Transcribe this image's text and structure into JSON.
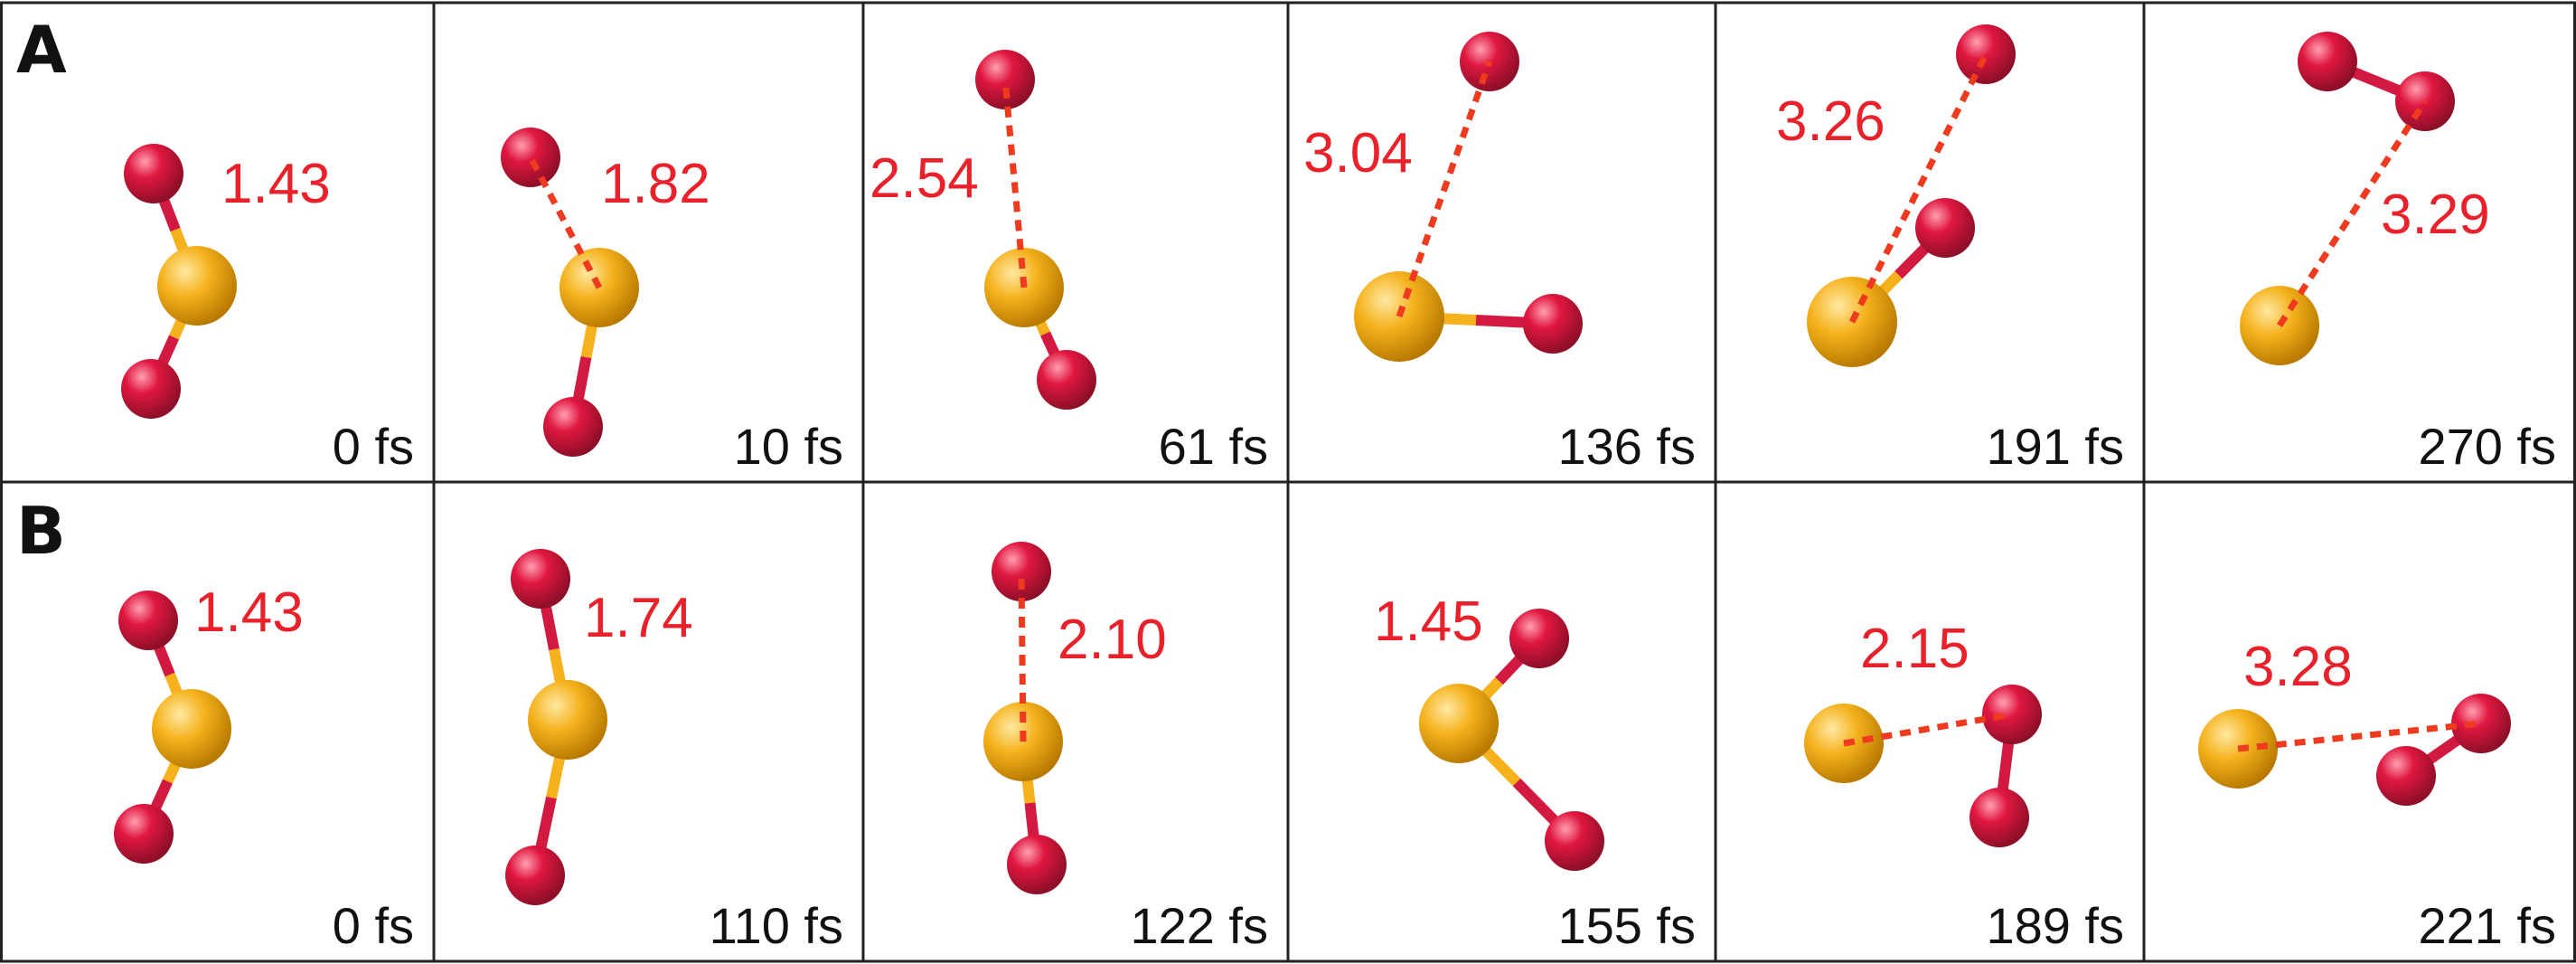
{
  "colors": {
    "oxygen": "#e0173f",
    "oxygen_dark": "#8e0f28",
    "sulfur": "#f5b21d",
    "sulfur_dark": "#b87a00",
    "bond_sulfur": "#f5b21d",
    "bond_oxygen": "#d21a40",
    "dashed": "#ee3a1f",
    "distance_text": "#e8212b",
    "grid": "#222222"
  },
  "rows": [
    {
      "label": "A",
      "cells": [
        {
          "time": "0 fs",
          "distance": "1.43"
        },
        {
          "time": "10 fs",
          "distance": "1.82"
        },
        {
          "time": "61 fs",
          "distance": "2.54"
        },
        {
          "time": "136 fs",
          "distance": "3.04"
        },
        {
          "time": "191 fs",
          "distance": "3.26"
        },
        {
          "time": "270 fs",
          "distance": "3.29"
        }
      ]
    },
    {
      "label": "B",
      "cells": [
        {
          "time": "0 fs",
          "distance": "1.43"
        },
        {
          "time": "110 fs",
          "distance": "1.74"
        },
        {
          "time": "122 fs",
          "distance": "2.10"
        },
        {
          "time": "155 fs",
          "distance": "1.45"
        },
        {
          "time": "189 fs",
          "distance": "2.15"
        },
        {
          "time": "221 fs",
          "distance": "3.28"
        }
      ]
    }
  ]
}
